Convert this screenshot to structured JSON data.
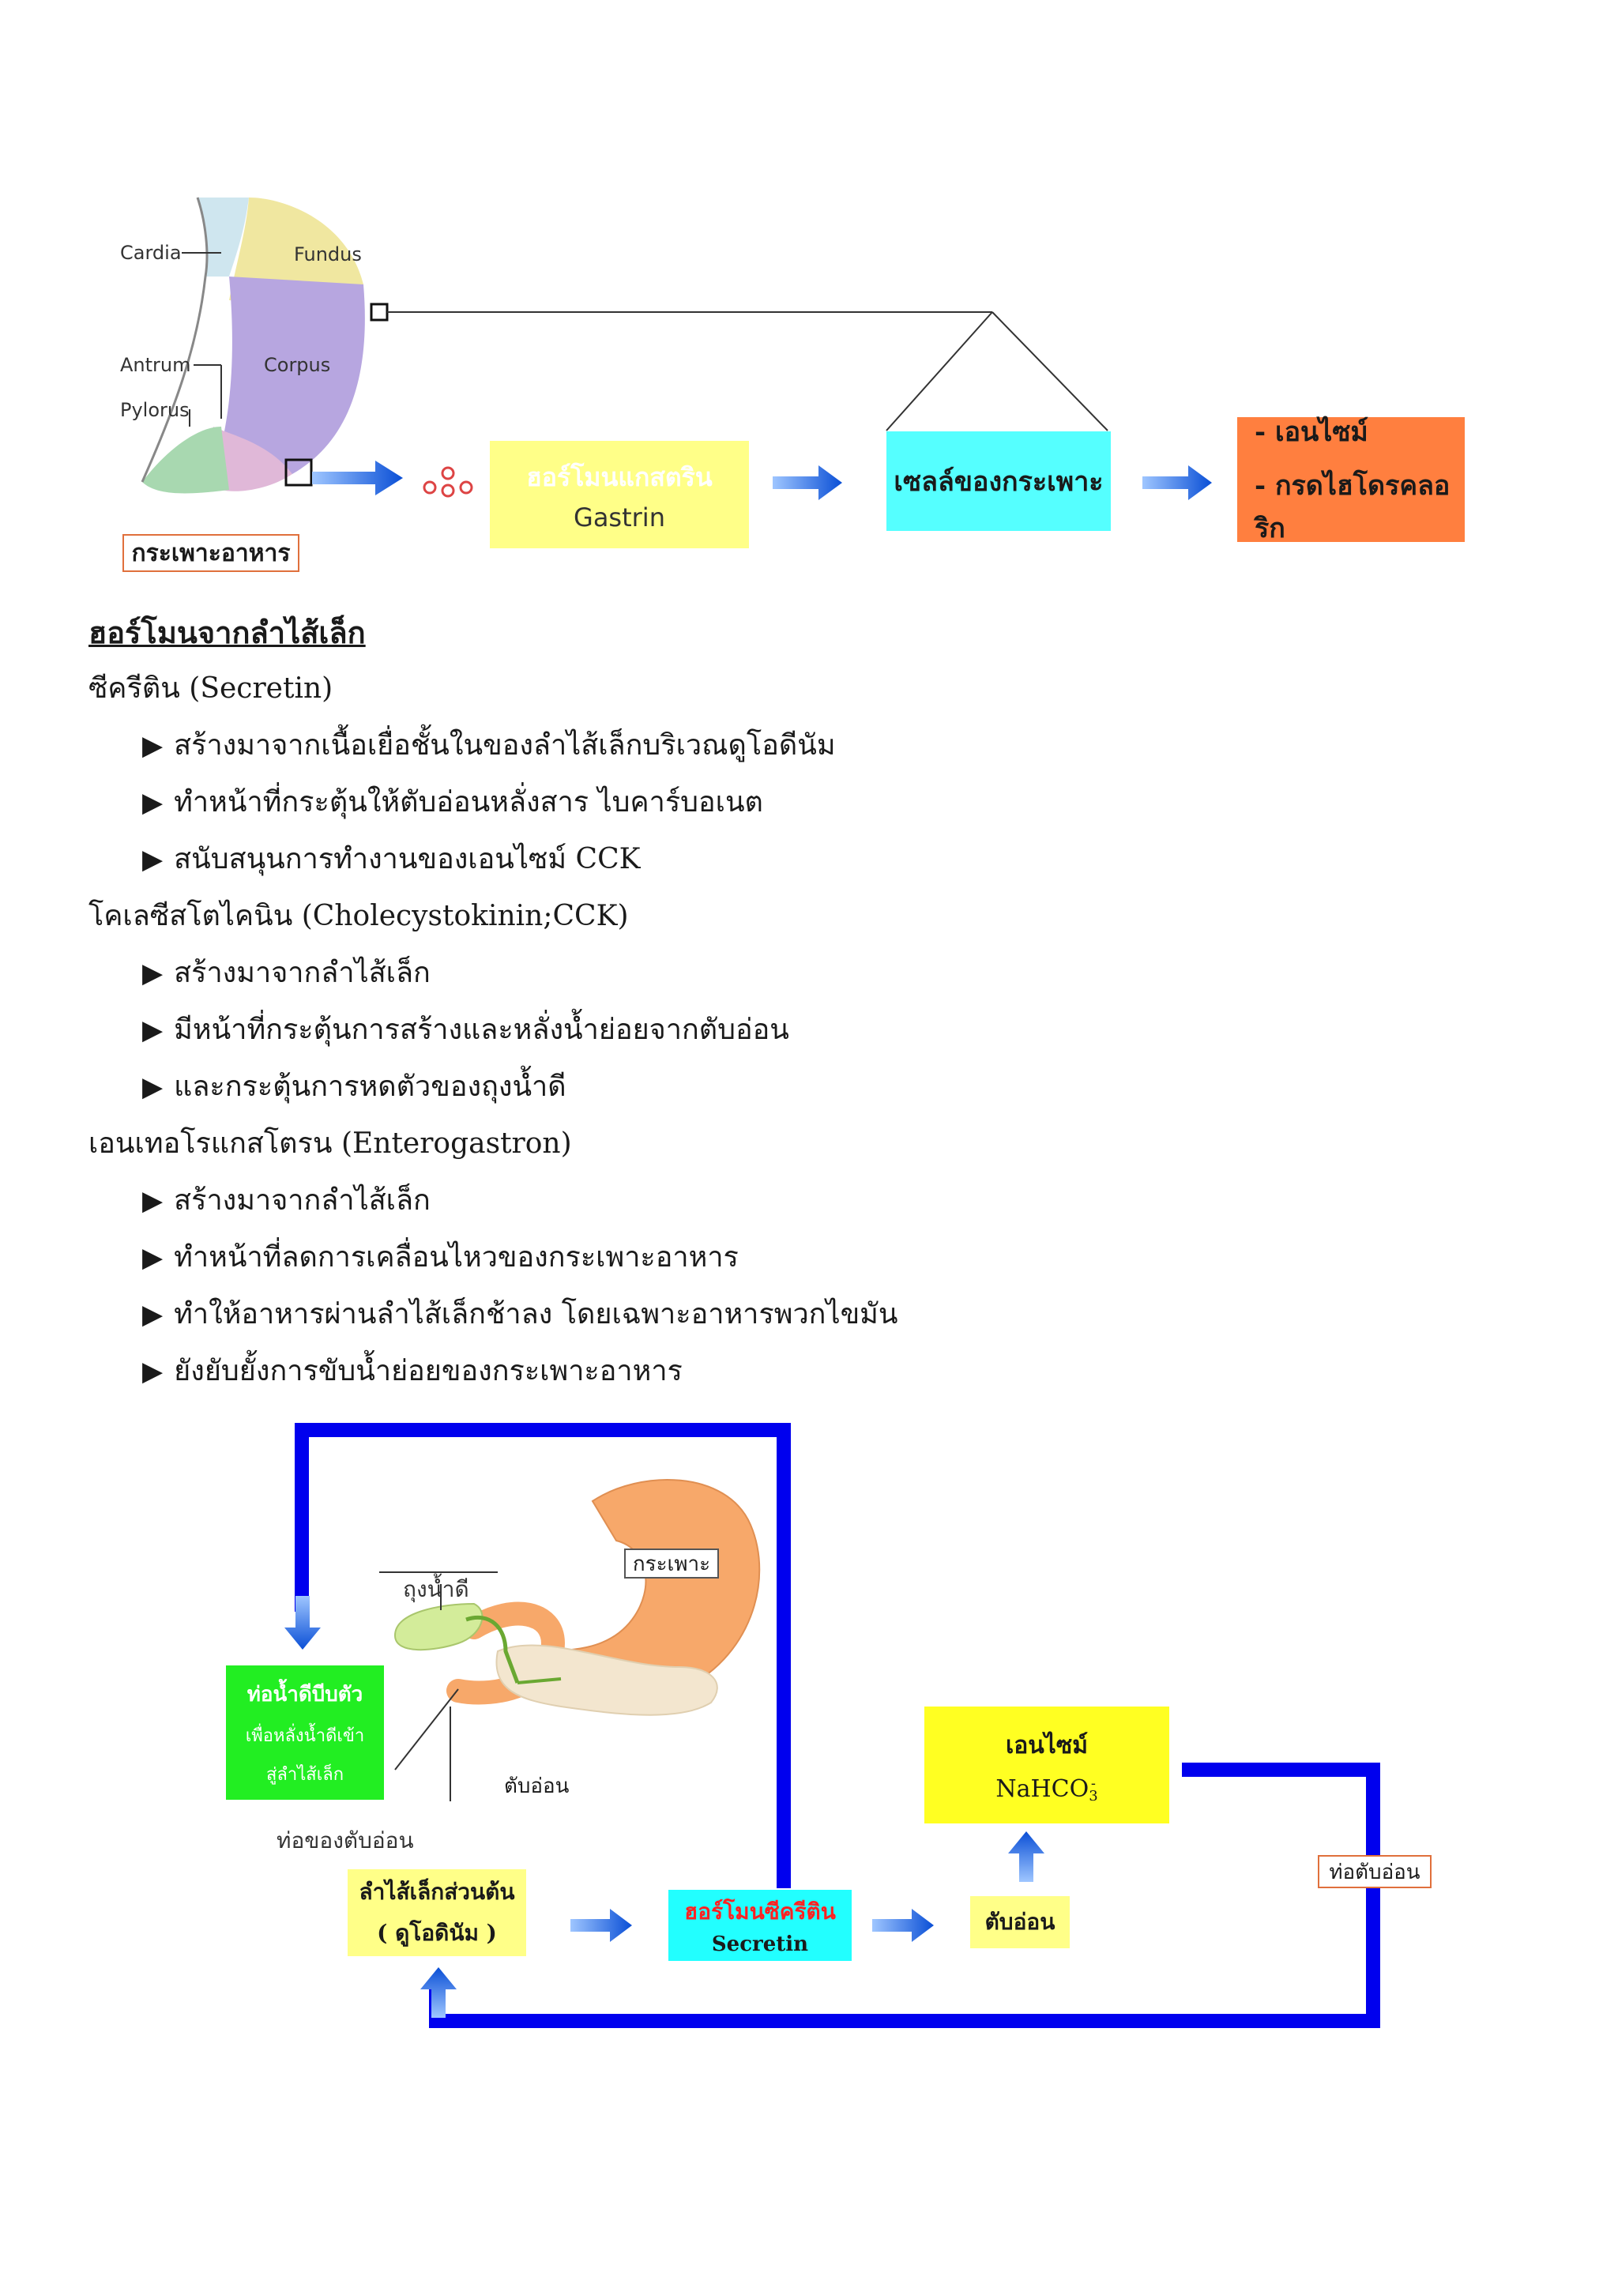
{
  "stomach_diagram": {
    "labels": {
      "cardia": "Cardia",
      "fundus": "Fundus",
      "antrum": "Antrum",
      "corpus": "Corpus",
      "pylorus": "Pylorus"
    },
    "caption": "กระเพาะอาหาร",
    "gastrin_box": {
      "thai": "ฮอร์โมนแกสตริน",
      "english": "Gastrin"
    },
    "cells_box": "เซลล์ของกระเพาะ",
    "output_box": {
      "line1": "- เอนไซม์",
      "line2": "- กรดไฮโดรคลอริก"
    }
  },
  "text": {
    "heading": "ฮอร์โมนจากลำไส้เล็ก",
    "secretin_title": "ซีครีติน (Secretin)",
    "secretin_points": [
      "สร้างมาจากเนื้อเยื่อชั้นในของลำไส้เล็กบริเวณดูโอดีนัม",
      "ทำหน้าที่กระตุ้นให้ตับอ่อนหลั่งสาร ไบคาร์บอเนต",
      "สนับสนุนการทำงานของเอนไซม์ CCK"
    ],
    "cck_title": "โคเลซีสโตไคนิน (Cholecystokinin;CCK)",
    "cck_points": [
      "สร้างมาจากลำไส้เล็ก",
      "มีหน้าที่กระตุ้นการสร้างและหลั่งน้ำย่อยจากตับอ่อน",
      "และกระตุ้นการหดตัวของถุงน้ำดี"
    ],
    "entero_title": "เอนเทอโรแกสโตรน (Enterogastron)",
    "entero_points": [
      "สร้างมาจากลำไส้เล็ก",
      "ทำหน้าที่ลดการเคลื่อนไหวของกระเพาะอาหาร",
      "ทำให้อาหารผ่านลำไส้เล็กช้าลง โดยเฉพาะอาหารพวกไขมัน",
      "ยังยับยั้งการขับน้ำย่อยของกระเพาะอาหาร"
    ]
  },
  "pancreas_diagram": {
    "stomach_label": "กระเพาะ",
    "gallbladder_label": "ถุงน้ำดี",
    "pancreas_label": "ตับอ่อน",
    "duct_label": "ท่อของตับอ่อน",
    "bile_duct_box": {
      "line1": "ท่อน้ำดีบีบตัว",
      "line2": "เพื่อหลั่งน้ำดีเข้า",
      "line3": "สู่ลำไส้เล็ก"
    },
    "duodenum_box": {
      "line1": "ลำไส้เล็กส่วนต้น",
      "line2": "( ดูโอดินัม )"
    },
    "secretin_box": {
      "thai": "ฮอร์โมนซีครีติน",
      "english": "Secretin"
    },
    "pancreas_box": "ตับอ่อน",
    "enzyme_box": {
      "line1": "เอนไซม์",
      "formula_base": "NaHCO",
      "formula_sub": "3",
      "formula_sup": "-"
    },
    "pancreatic_duct_box": "ท่อตับอ่อน"
  },
  "colors": {
    "yellow": "#ffff88",
    "cyan": "#55ffff",
    "orange": "#ff7f3f",
    "green": "#22ee22",
    "bright_yellow": "#ffff22",
    "cyan2": "#22ffff",
    "blue_loop": "#0000ee"
  }
}
